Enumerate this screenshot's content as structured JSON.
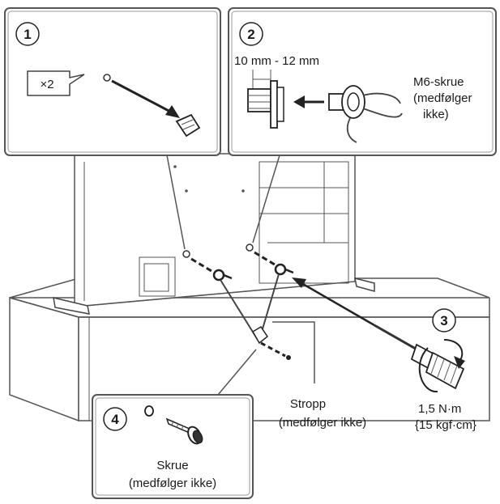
{
  "steps": [
    {
      "number": "1",
      "badge": "×2"
    },
    {
      "number": "2",
      "dimension": "10 mm - 12 mm",
      "screw_label_lines": [
        "M6-skrue",
        "(medfølger",
        "ikke)"
      ]
    },
    {
      "number": "3",
      "torque_lines": [
        "1,5 N·m",
        "{15 kgf·cm}"
      ]
    },
    {
      "number": "4",
      "screw_label_lines": [
        "Skrue",
        "(medfølger ikke)"
      ]
    }
  ],
  "strap_label_lines": [
    "Stropp",
    "(medfølger ikke)"
  ],
  "icons": [
    "screw-icon",
    "screwdriver-icon",
    "rotation-arrow-icon",
    "washer-icon"
  ]
}
